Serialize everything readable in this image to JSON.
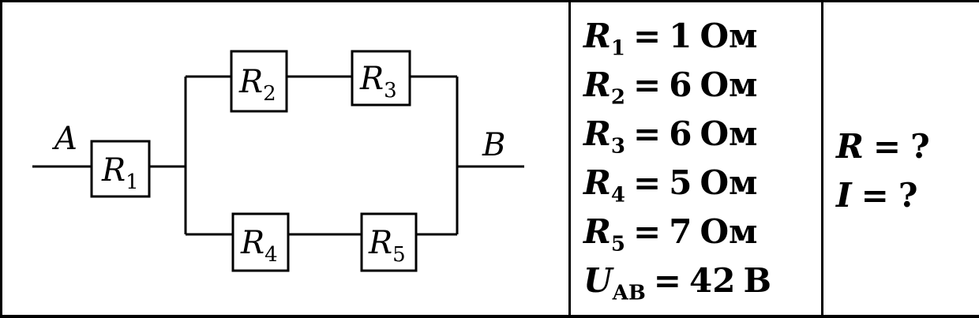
{
  "circuit": {
    "node_a": "A",
    "node_b": "B",
    "resistors": [
      {
        "id": "r1",
        "symbol": "R",
        "sub": "1"
      },
      {
        "id": "r2",
        "symbol": "R",
        "sub": "2"
      },
      {
        "id": "r3",
        "symbol": "R",
        "sub": "3"
      },
      {
        "id": "r4",
        "symbol": "R",
        "sub": "4"
      },
      {
        "id": "r5",
        "symbol": "R",
        "sub": "5"
      }
    ]
  },
  "given": [
    {
      "symbol": "R",
      "sub": "1",
      "eq": "=",
      "value": "1",
      "unit": "Ом"
    },
    {
      "symbol": "R",
      "sub": "2",
      "eq": "=",
      "value": "6",
      "unit": "Ом"
    },
    {
      "symbol": "R",
      "sub": "3",
      "eq": "=",
      "value": "6",
      "unit": "Ом"
    },
    {
      "symbol": "R",
      "sub": "4",
      "eq": "=",
      "value": "5",
      "unit": "Ом"
    },
    {
      "symbol": "R",
      "sub": "5",
      "eq": "=",
      "value": "7",
      "unit": "Ом"
    },
    {
      "symbol": "U",
      "sub": "AB",
      "eq": "=",
      "value": "42",
      "unit": "В"
    }
  ],
  "unknowns": [
    {
      "symbol": "R",
      "eq": "=",
      "value": "?"
    },
    {
      "symbol": "I",
      "eq": "=",
      "value": "?"
    }
  ]
}
